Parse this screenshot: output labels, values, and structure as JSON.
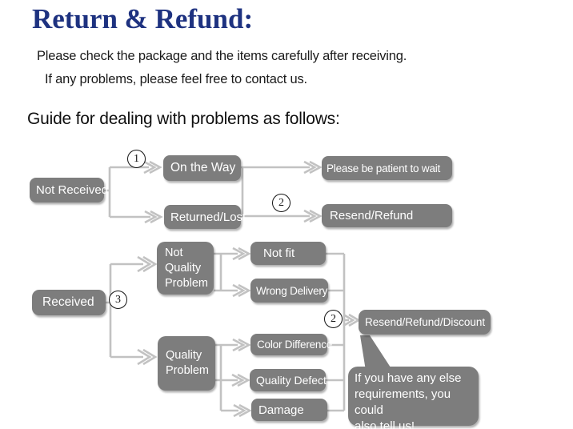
{
  "header": {
    "title": "Return & Refund:",
    "subtitle1": "Please check the package and the items carefully after receiving.",
    "subtitle2": "If any problems, please feel free to contact us.",
    "guide_heading": "Guide for dealing with problems as follows:"
  },
  "colors": {
    "title_blue": "#1e3280",
    "box_gray": "#7d7d7d",
    "box_text": "#ffffff",
    "line_gray": "#c2c2c2",
    "marker_ink": "#141414"
  },
  "nodes": {
    "not_received": "Not Received",
    "on_the_way": "On the Way",
    "be_patient": "Please be patient to wait",
    "returned_lost": "Returned/Lost",
    "resend_refund": "Resend/Refund",
    "not_quality_problem": "Not\nQuality\nProblem",
    "not_fit": "Not fit",
    "wrong_delivery": "Wrong Delivery",
    "received": "Received",
    "quality_problem": "Quality\nProblem",
    "color_difference": "Color Difference",
    "quality_defect": "Quality Defect",
    "damage": "Damage",
    "resend_refund_discount": "Resend/Refund/Discount"
  },
  "markers": {
    "step1": "1",
    "step2_top": "2",
    "step3": "3",
    "step2_bottom": "2"
  },
  "note": {
    "text": "If you have any else\nrequirements, you could\nalso tell us!"
  }
}
